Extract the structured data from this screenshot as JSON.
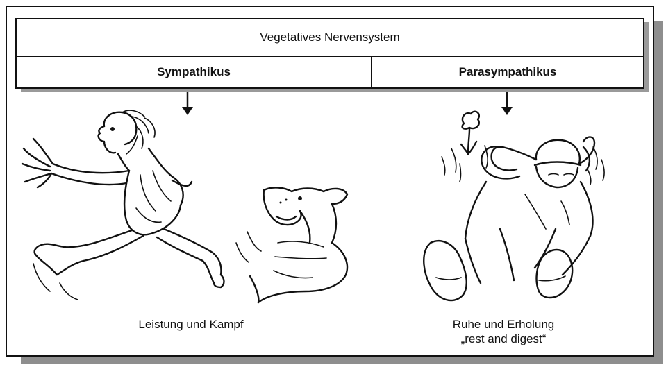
{
  "diagram": {
    "title": "Vegetatives Nervensystem",
    "branches": [
      {
        "label": "Sympathikus",
        "caption_lines": [
          "Leistung und Kampf"
        ]
      },
      {
        "label": "Parasympathikus",
        "caption_lines": [
          "Ruhe und Erholung",
          "„rest and digest“"
        ]
      }
    ]
  }
}
